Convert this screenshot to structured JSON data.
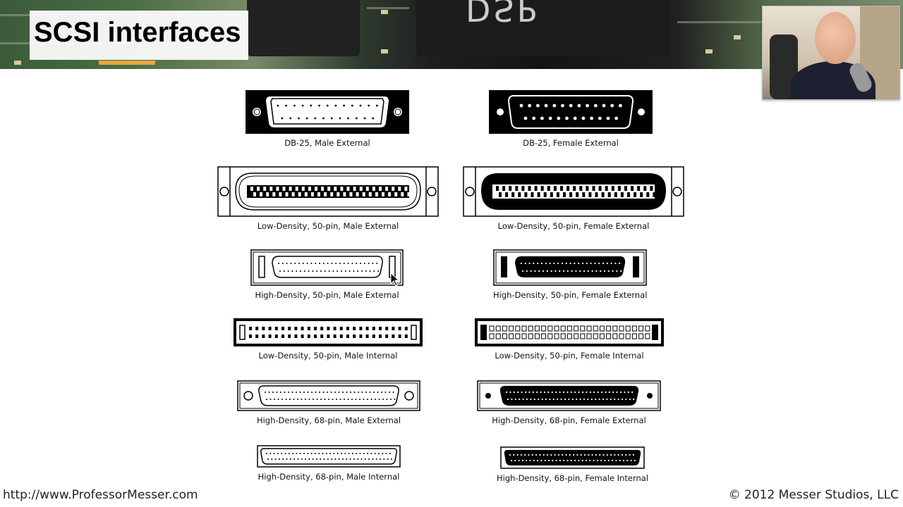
{
  "slide": {
    "title": "SCSI interfaces",
    "chip_mark": "DSP",
    "footer_left": "http://www.ProfessorMesser.com",
    "footer_right": "© 2012 Messer Studios, LLC"
  },
  "connectors": [
    {
      "id": "db25-male-external",
      "label": "DB-25, Male External"
    },
    {
      "id": "db25-female-external",
      "label": "DB-25, Female External"
    },
    {
      "id": "ld50-male-external",
      "label": "Low-Density, 50-pin, Male External"
    },
    {
      "id": "ld50-female-external",
      "label": "Low-Density, 50-pin, Female External"
    },
    {
      "id": "hd50-male-external",
      "label": "High-Density, 50-pin, Male External"
    },
    {
      "id": "hd50-female-external",
      "label": "High-Density, 50-pin, Female External"
    },
    {
      "id": "ld50-male-internal",
      "label": "Low-Density, 50-pin, Male Internal"
    },
    {
      "id": "ld50-female-internal",
      "label": "Low-Density, 50-pin, Female Internal"
    },
    {
      "id": "hd68-male-external",
      "label": "High-Density, 68-pin, Male External"
    },
    {
      "id": "hd68-female-external",
      "label": "High-Density, 68-pin, Female External"
    },
    {
      "id": "hd68-male-internal",
      "label": "High-Density, 68-pin, Male Internal"
    },
    {
      "id": "hd68-female-internal",
      "label": "High-Density, 68-pin, Female Internal"
    }
  ]
}
